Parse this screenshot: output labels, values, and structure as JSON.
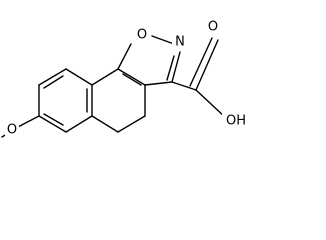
{
  "structure": {
    "atoms": {
      "ring_oxygen": "O",
      "ring_nitrogen": "N",
      "carbonyl_oxygen": "O",
      "hydroxyl": "OH",
      "methoxy_oxygen": "O"
    },
    "colors": {
      "bond": "#000000",
      "label": "#000000",
      "background": "#ffffff"
    }
  }
}
